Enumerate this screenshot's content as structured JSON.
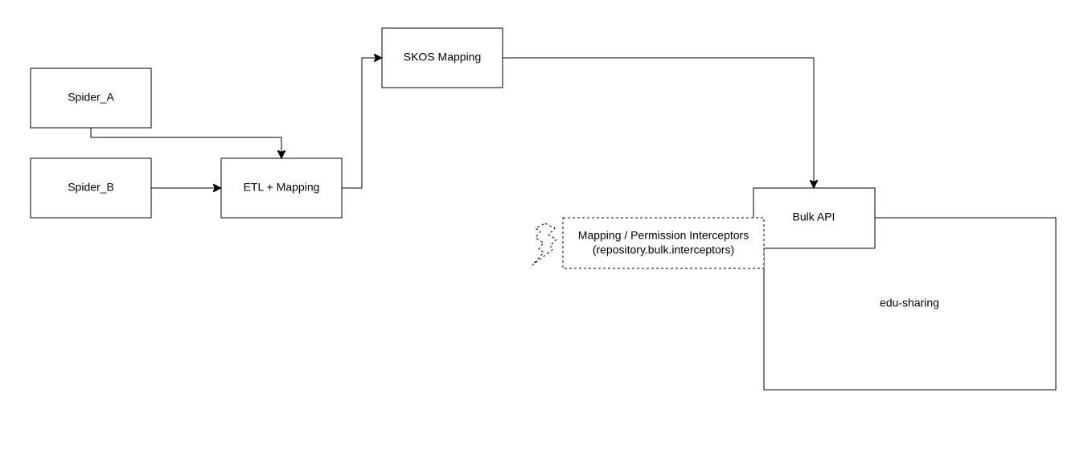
{
  "nodes": {
    "spider_a": "Spider_A",
    "spider_b": "Spider_B",
    "etl_mapping": "ETL + Mapping",
    "skos_mapping": "SKOS Mapping",
    "bulk_api": "Bulk API",
    "edu_sharing": "edu-sharing",
    "interceptors": {
      "line1": "Mapping / Permission Interceptors",
      "line2": "(repository.bulk.interceptors)"
    }
  },
  "edges": [
    {
      "from": "Spider_A",
      "to": "ETL + Mapping"
    },
    {
      "from": "Spider_B",
      "to": "ETL + Mapping"
    },
    {
      "from": "ETL + Mapping",
      "to": "SKOS Mapping"
    },
    {
      "from": "SKOS Mapping",
      "to": "Bulk API"
    }
  ],
  "icons": {
    "interceptors": "lightning-bolt-icon"
  },
  "colors": {
    "stroke": "#000000",
    "fill": "#ffffff"
  }
}
